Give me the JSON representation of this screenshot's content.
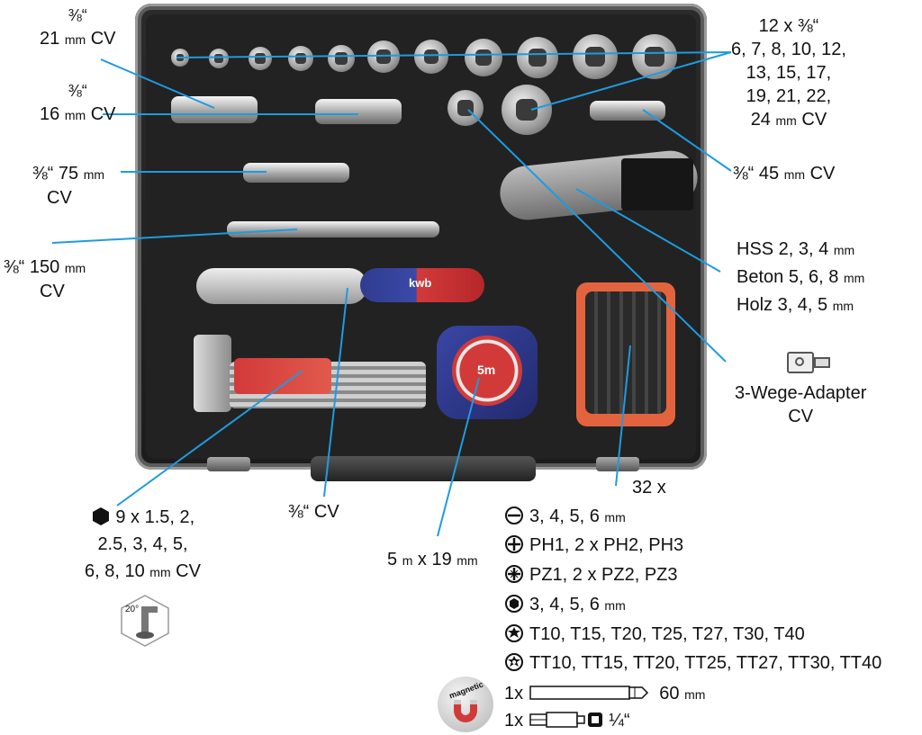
{
  "labels": {
    "socket21_frac": "⅜“",
    "socket21_size": "21",
    "socket21_unit": "mm",
    "socket21_mat": "CV",
    "socket16_frac": "⅜“",
    "socket16_size": "16",
    "socket16_unit": "mm",
    "socket16_mat": "CV",
    "ext75_frac": "⅜“",
    "ext75_size": "75",
    "ext75_unit": "mm",
    "ext75_mat": "CV",
    "ext150_frac": "⅜“",
    "ext150_size": "150",
    "ext150_unit": "mm",
    "ext150_mat": "CV",
    "sockets_count": "12 x ⅜“",
    "sockets_row1": "6, 7, 8, 10, 12,",
    "sockets_row2": "13, 15, 17,",
    "sockets_row3": "19, 21, 22,",
    "sockets_row4_num": "24",
    "sockets_row4_unit": "mm",
    "sockets_row4_mat": "CV",
    "ujoint_frac": "⅜“",
    "ujoint_size": "45",
    "ujoint_unit": "mm",
    "ujoint_mat": "CV",
    "drill_hss": "HSS 2, 3, 4",
    "drill_hss_unit": "mm",
    "drill_beton": "Beton 5, 6, 8",
    "drill_beton_unit": "mm",
    "drill_holz": "Holz 3, 4, 5",
    "drill_holz_unit": "mm",
    "adapter_name": "3-Wege-Adapter",
    "adapter_mat": "CV",
    "ratchet_frac": "⅜“",
    "ratchet_mat": "CV",
    "hex_line1": "9 x 1.5, 2,",
    "hex_line2": "2.5, 3, 4, 5,",
    "hex_line3_num": "6, 8, 10",
    "hex_line3_unit": "mm",
    "hex_line3_mat": "CV",
    "hex_angle": "20°",
    "tape_len": "5",
    "tape_len_unit": "m",
    "tape_x": "x 19",
    "tape_width_unit": "mm",
    "bits_count": "32 x",
    "magnetic_label": "magnetic",
    "tape_face": "5m",
    "brand": "kwb"
  },
  "bits_list": [
    {
      "icon": "slotted-icon",
      "text": "3, 4, 5, 6",
      "unit": "mm"
    },
    {
      "icon": "phillips-icon",
      "text": "PH1, 2 x PH2, PH3",
      "unit": ""
    },
    {
      "icon": "pozidriv-icon",
      "text": "PZ1, 2 x PZ2, PZ3",
      "unit": ""
    },
    {
      "icon": "hex-icon",
      "text": "3, 4, 5, 6",
      "unit": "mm"
    },
    {
      "icon": "torx-icon",
      "text": "T10, T15, T20, T25, T27, T30, T40",
      "unit": ""
    },
    {
      "icon": "tamper-torx-icon",
      "text": "TT10, TT15, TT20, TT25, TT27, TT30, TT40",
      "unit": ""
    }
  ],
  "holders": [
    {
      "qty": "1x",
      "text": "60",
      "unit": "mm"
    },
    {
      "qty": "1x",
      "text": "¼“",
      "unit": ""
    }
  ],
  "colors": {
    "accent_line": "#1e9be0",
    "case": "#1f1f1f",
    "handle_blue": "#2f3c8f",
    "handle_red": "#d23a3a"
  }
}
